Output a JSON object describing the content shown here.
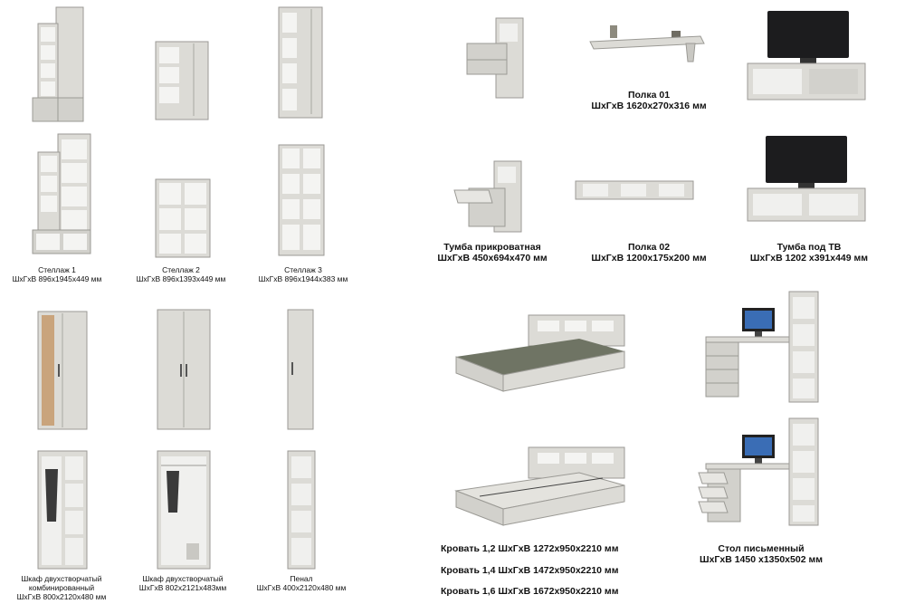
{
  "products": {
    "stellazh1": {
      "name": "Стеллаж 1",
      "dims": "ШхГхВ 896х1945х449 мм"
    },
    "stellazh2": {
      "name": "Стеллаж 2",
      "dims": "ШхГхВ 896х1393х449 мм"
    },
    "stellazh3": {
      "name": "Стеллаж 3",
      "dims": "ШхГхВ 896х1944х383 мм"
    },
    "shkaf_comb": {
      "line1": "Шкаф двухстворчатый",
      "line2": "комбинированный",
      "dims": "ШхГхВ 800х2120х480 мм"
    },
    "shkaf2": {
      "name": "Шкаф двухстворчатый",
      "dims": "ШхГхВ 802х2121х483мм"
    },
    "penal": {
      "name": "Пенал",
      "dims": "ШхГхВ 400х2120х480 мм"
    },
    "tumba_bed": {
      "name": "Тумба прикроватная",
      "dims": "ШхГхВ 450х694х470 мм"
    },
    "polka01": {
      "name": "Полка 01",
      "dims": "ШхГхВ 1620х270х316 мм"
    },
    "polka02": {
      "name": "Полка 02",
      "dims": "ШхГхВ 1200х175х200 мм"
    },
    "tumba_tv": {
      "name": "Тумба под ТВ",
      "dims": "ШхГхВ 1202 х391х449 мм"
    },
    "beds": [
      "Кровать 1,2 ШхГхВ 1272х950х2210 мм",
      "Кровать 1,4 ШхГхВ 1472х950х2210 мм",
      "Кровать 1,6 ШхГхВ 1672х950х2210 мм"
    ],
    "desk": {
      "name": "Стол письменный",
      "dims": "ШхГхВ 1450 х1350х502 мм"
    }
  },
  "colors": {
    "wood": "#dcdbd6",
    "wood_dark": "#b9b8b2",
    "shadow": "#8f8e89",
    "screen": "#1c1c1e",
    "monitor": "#3a6db5"
  }
}
